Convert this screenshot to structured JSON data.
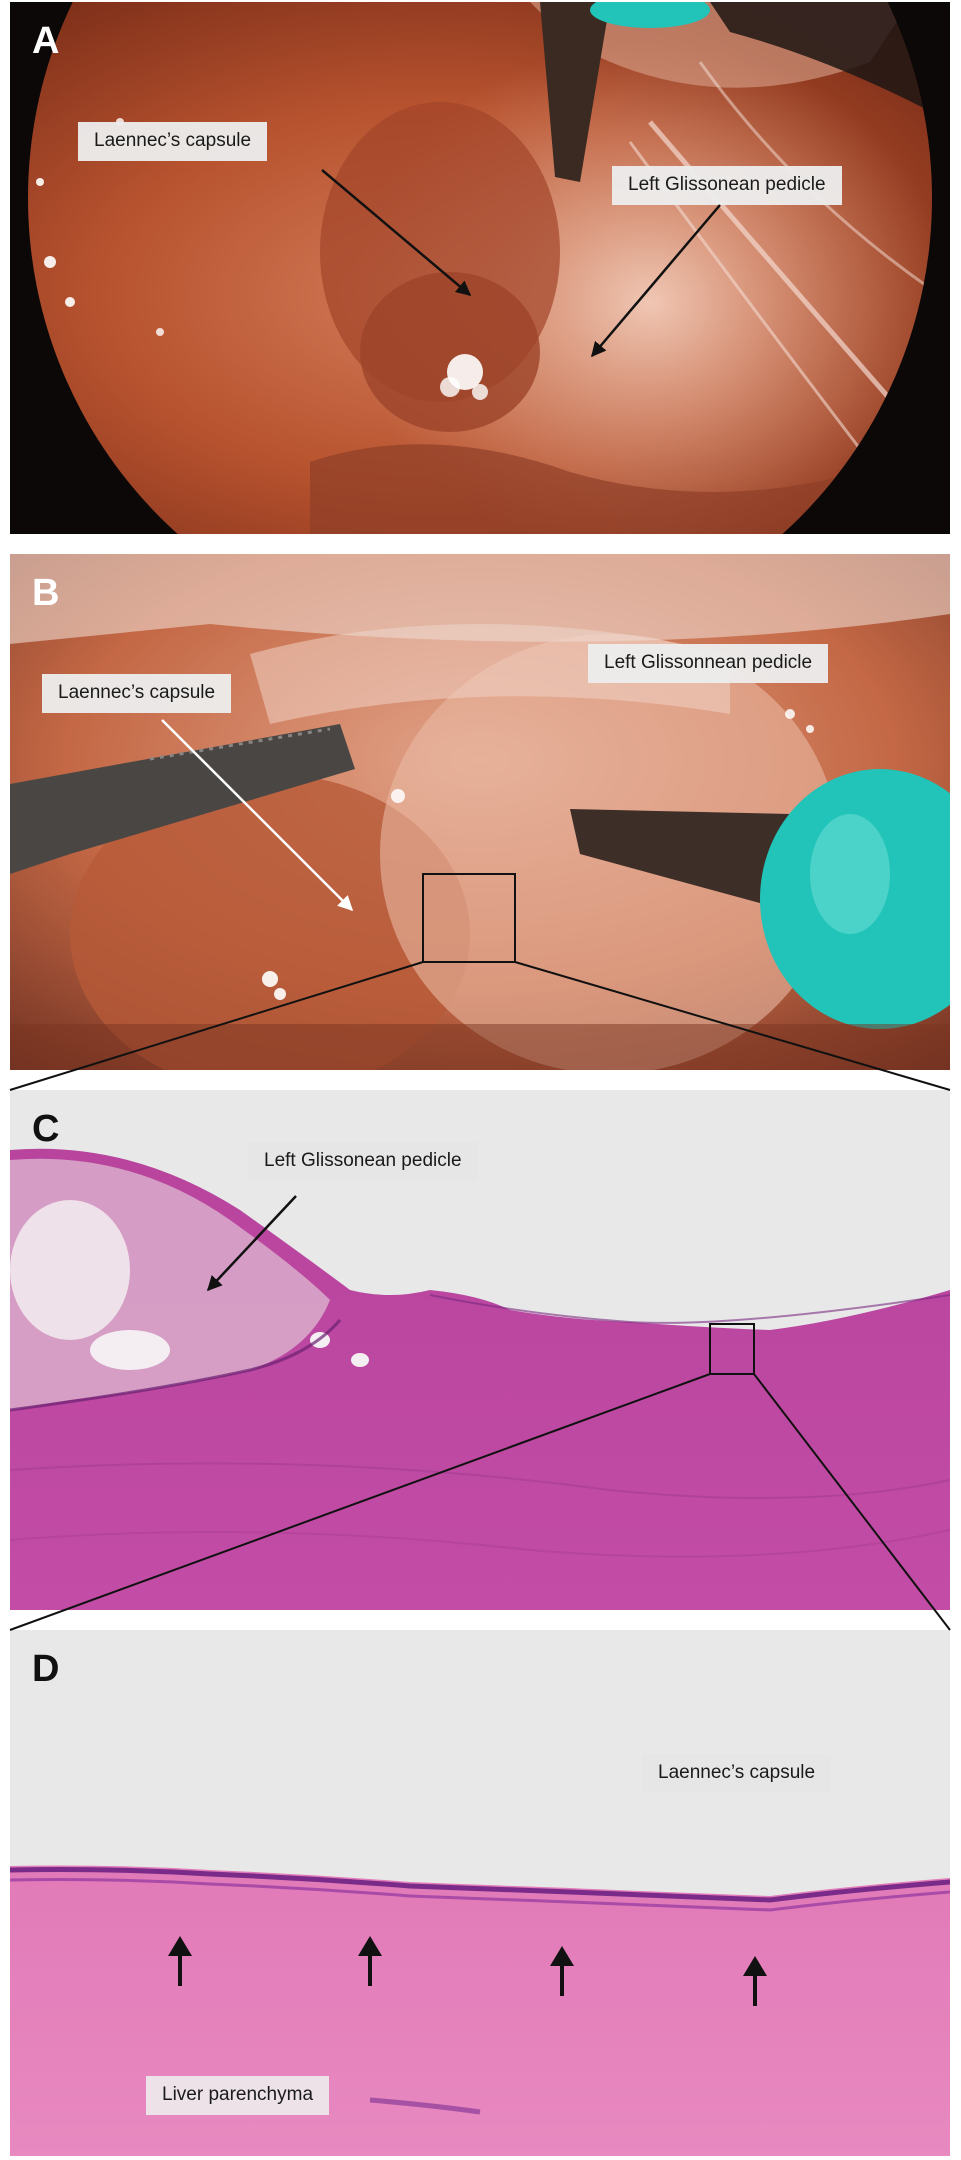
{
  "panels": {
    "a": {
      "letter": "A",
      "labels": {
        "laennec": "Laennec’s capsule",
        "pedicle": "Left Glissonean pedicle"
      }
    },
    "b": {
      "letter": "B",
      "labels": {
        "laennec": "Laennec’s capsule",
        "pedicle": "Left Glissonnean pedicle"
      }
    },
    "c": {
      "letter": "C",
      "labels": {
        "pedicle": "Left Glissonean pedicle"
      }
    },
    "d": {
      "letter": "D",
      "labels": {
        "laennec": "Laennec’s capsule",
        "parenchyma": "Liver parenchyma"
      }
    }
  },
  "colors": {
    "tissue_orange": "#b8532f",
    "tissue_pink": "#e3a58e",
    "instrument_teal": "#22c3b8",
    "he_purple": "#b23c9a",
    "he_pink": "#e47ab8",
    "background_grey": "#e6e6e6"
  }
}
